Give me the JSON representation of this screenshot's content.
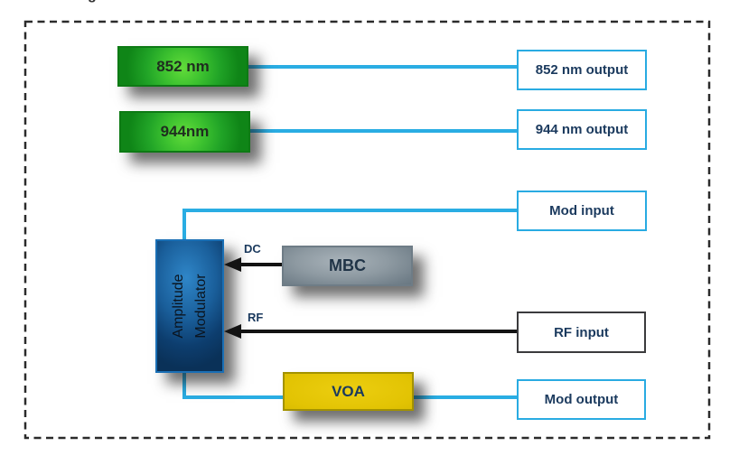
{
  "page": {
    "partial_top_text": "g"
  },
  "diagram": {
    "laser_852": {
      "label": "852 nm"
    },
    "laser_944": {
      "label": "944nm"
    },
    "modulator": {
      "line1": "Amplitude",
      "line2": "Modulator"
    },
    "mbc": {
      "label": "MBC"
    },
    "voa": {
      "label": "VOA"
    },
    "ports": {
      "output_852": "852 nm output",
      "output_944": "944 nm output",
      "mod_input": "Mod input",
      "rf_input": "RF input",
      "mod_output": "Mod output"
    },
    "arrow_labels": {
      "dc": "DC",
      "rf": "RF"
    },
    "colors": {
      "cyan": "#29abe2",
      "navy": "#1b3a5e",
      "green": "#2eb82e",
      "yellow": "#e2c303",
      "frame": "#2e2e2e"
    }
  }
}
